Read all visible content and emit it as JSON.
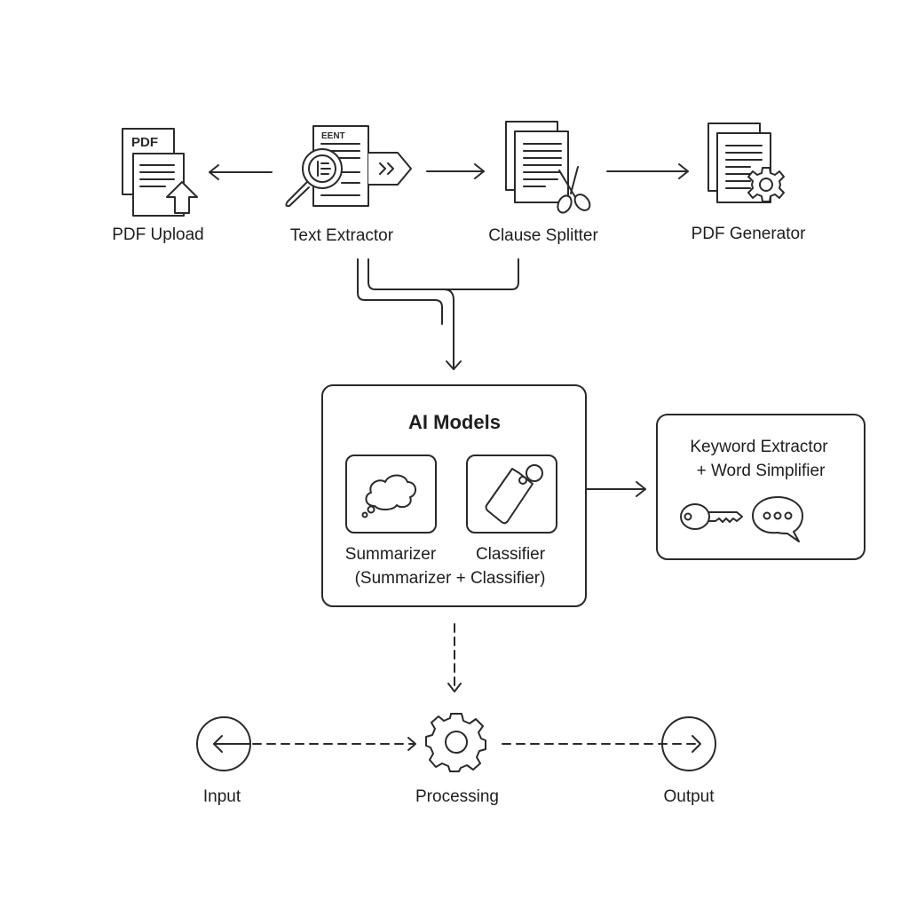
{
  "colors": {
    "stroke": "#2a2a2a",
    "background": "#ffffff"
  },
  "top_row": [
    {
      "id": "pdf-upload",
      "label": "PDF Upload",
      "icon": "pdf-upload-icon",
      "icon_text": "PDF"
    },
    {
      "id": "text-extractor",
      "label": "Text Extractor",
      "icon": "text-extractor-icon",
      "icon_text": "EENT"
    },
    {
      "id": "clause-splitter",
      "label": "Clause Splitter",
      "icon": "clause-splitter-icon"
    },
    {
      "id": "pdf-generator",
      "label": "PDF Generator",
      "icon": "pdf-generator-icon"
    }
  ],
  "ai_models": {
    "title": "AI Models",
    "models": [
      {
        "label": "Summarizer",
        "icon": "thought-cloud-icon"
      },
      {
        "label": "Classifier",
        "icon": "tag-icon"
      }
    ],
    "caption": "(Summarizer + Classifier)"
  },
  "keyword_box": {
    "line1": "Keyword Extractor",
    "line2": "+ Word Simplifier",
    "icons": [
      "key-icon",
      "speech-bubble-icon"
    ]
  },
  "bottom_row": [
    {
      "id": "input",
      "label": "Input"
    },
    {
      "id": "processing",
      "label": "Processing"
    },
    {
      "id": "output",
      "label": "Output"
    }
  ],
  "edges": [
    {
      "from": "text-extractor",
      "to": "pdf-upload",
      "style": "solid"
    },
    {
      "from": "text-extractor",
      "to": "clause-splitter",
      "style": "solid"
    },
    {
      "from": "clause-splitter",
      "to": "pdf-generator",
      "style": "solid"
    },
    {
      "from": "text-extractor",
      "to": "ai-models",
      "style": "solid"
    },
    {
      "from": "clause-splitter",
      "to": "ai-models",
      "style": "solid"
    },
    {
      "from": "ai-models",
      "to": "keyword-box",
      "style": "solid"
    },
    {
      "from": "ai-models",
      "to": "processing",
      "style": "dashed"
    },
    {
      "from": "input",
      "to": "processing",
      "style": "dashed"
    },
    {
      "from": "processing",
      "to": "output",
      "style": "dashed"
    }
  ]
}
